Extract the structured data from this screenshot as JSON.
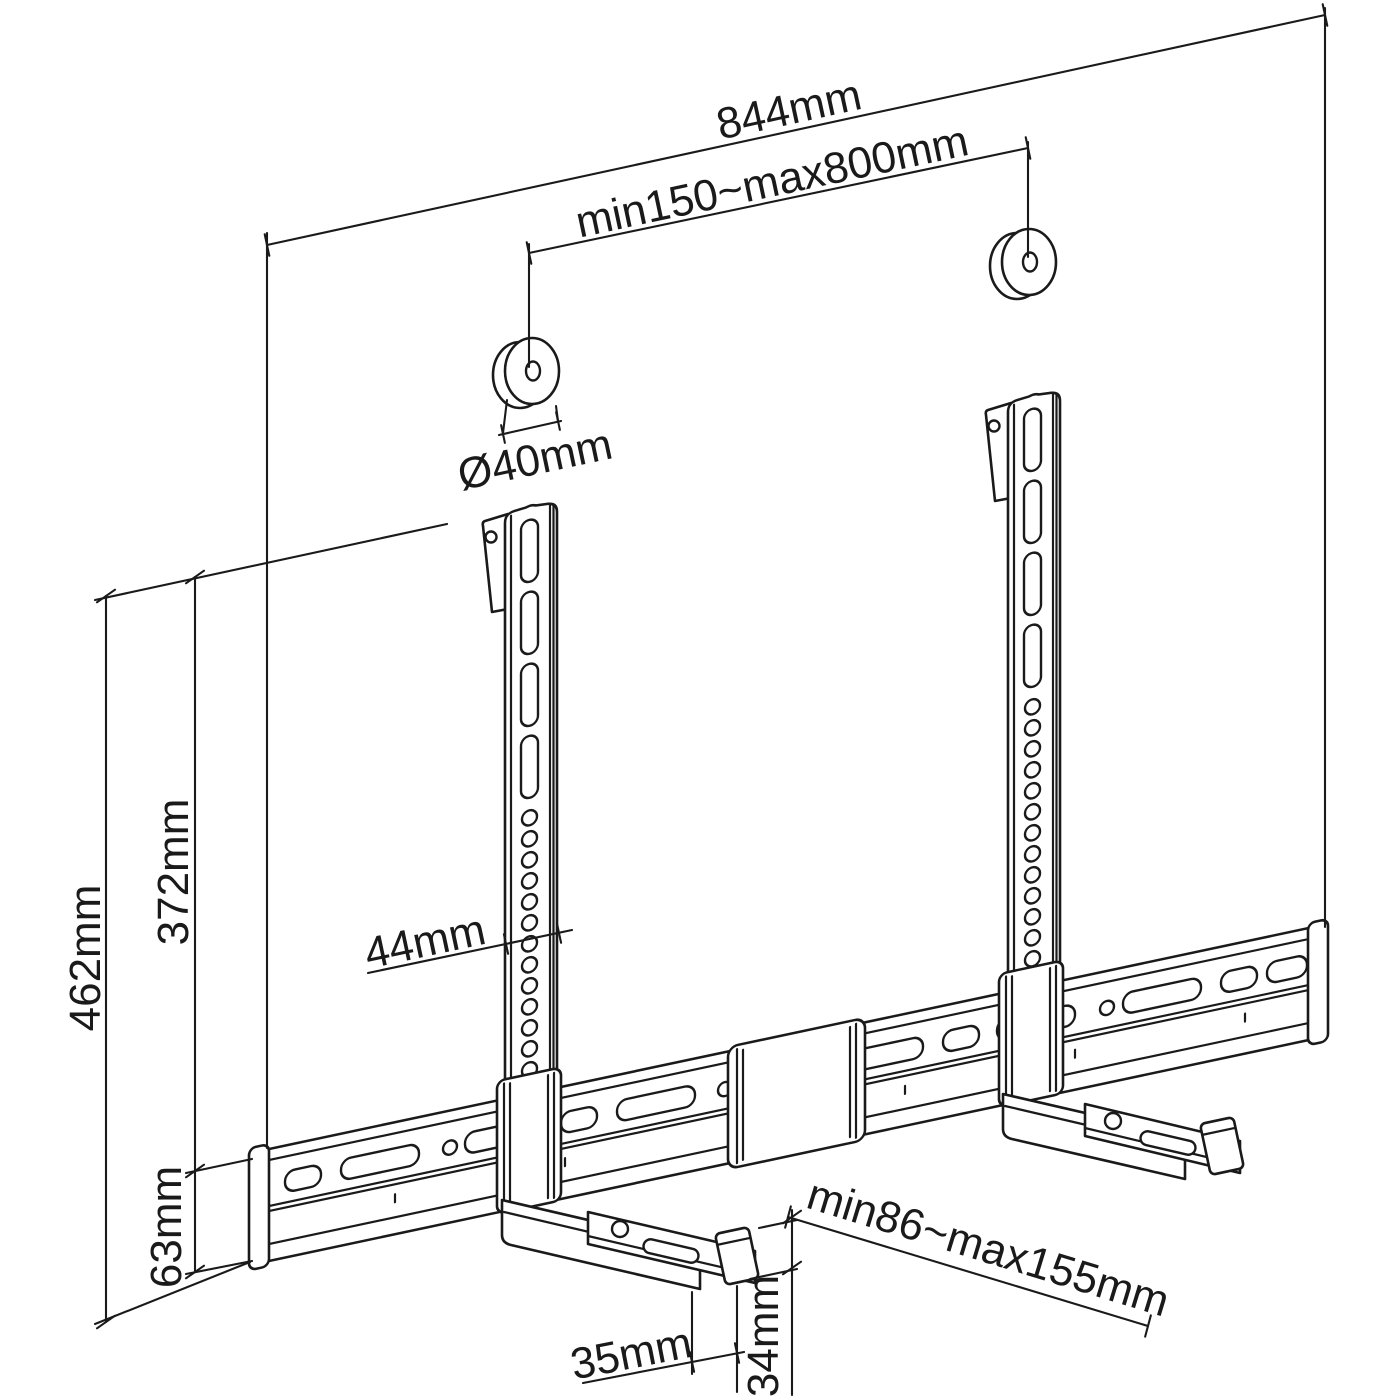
{
  "drawing": {
    "type": "technical-dimension-diagram",
    "subject": "universal soundbar mount bracket kit",
    "colors": {
      "line": "#1a1a1a",
      "background": "#ffffff"
    },
    "labels": {
      "overall_width": "844mm",
      "mount_hole_spacing": "min150~max800mm",
      "washer_diameter": "Ø40mm",
      "total_height": "462mm",
      "bracket_height": "372mm",
      "bracket_width": "44mm",
      "rail_height": "63mm",
      "depth_range": "min86~max155mm",
      "arm_end_width": "35mm",
      "arm_end_height": "34mm"
    }
  }
}
